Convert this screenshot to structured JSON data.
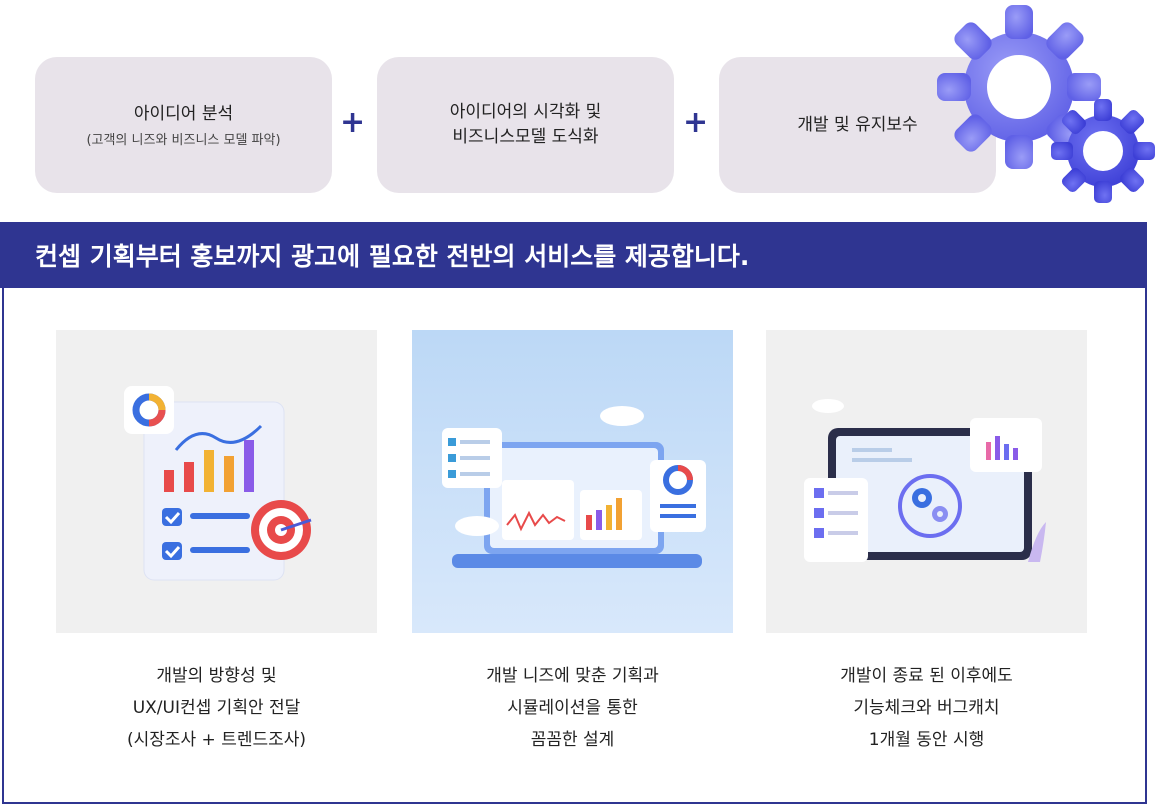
{
  "steps": [
    {
      "title": "아이디어 분석",
      "sub": "(고객의 니즈와 비즈니스 모델 파악)"
    },
    {
      "line1": "아이디어의 시각화 및",
      "line2": "비즈니스모델 도식화"
    },
    {
      "title": "개발 및 유지보수"
    }
  ],
  "plus": "+",
  "banner": "컨셉 기획부터 홍보까지 광고에 필요한 전반의 서비스를 제공합니다.",
  "cards": [
    {
      "line1": "개발의 방향성 및",
      "line2": "UX/UI컨셉 기획안 전달",
      "line3": "(시장조사 + 트렌드조사)"
    },
    {
      "line1": "개발 니즈에 맞춘 기획과",
      "line2": "시뮬레이션을 통한",
      "line3": "꼼꼼한 설계"
    },
    {
      "line1": "개발이 종료 된 이후에도",
      "line2": "기능체크와 버그캐치",
      "line3": "1개월 동안 시행"
    }
  ],
  "colors": {
    "accent": "#2f3591",
    "step_bg": "#e8e3ea",
    "gear": "#6c6ef0"
  }
}
